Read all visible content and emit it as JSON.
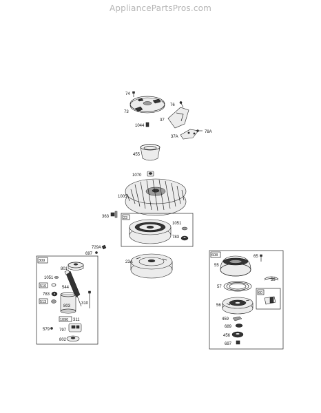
{
  "watermark": "AppliancePartsPros.com",
  "labels": {
    "l74": "74",
    "l73": "73",
    "l76": "76",
    "l37": "37",
    "l1044": "1044",
    "l37a": "37A",
    "l78a": "78A",
    "l455": "455",
    "l1070": "1070",
    "l1005": "1005",
    "l363": "363",
    "l23": "23",
    "l1051a": "1051",
    "l783a": "783",
    "l729a": "729A",
    "l697a": "697",
    "l23a": "23A",
    "l309": "309",
    "l801": "801",
    "l1051b": "1051",
    "l544": "544",
    "l510": "510",
    "l783b": "783",
    "l513": "513",
    "l803": "803",
    "l310": "310",
    "l1090": "1090",
    "l311": "311",
    "l579": "579",
    "l797": "797",
    "l802": "802",
    "l608": "608",
    "l55": "55",
    "l65": "65",
    "l58": "58",
    "l57": "57",
    "l60": "60",
    "l56": "56",
    "l459": "459",
    "l689": "689",
    "l456": "456",
    "l697b": "697"
  }
}
